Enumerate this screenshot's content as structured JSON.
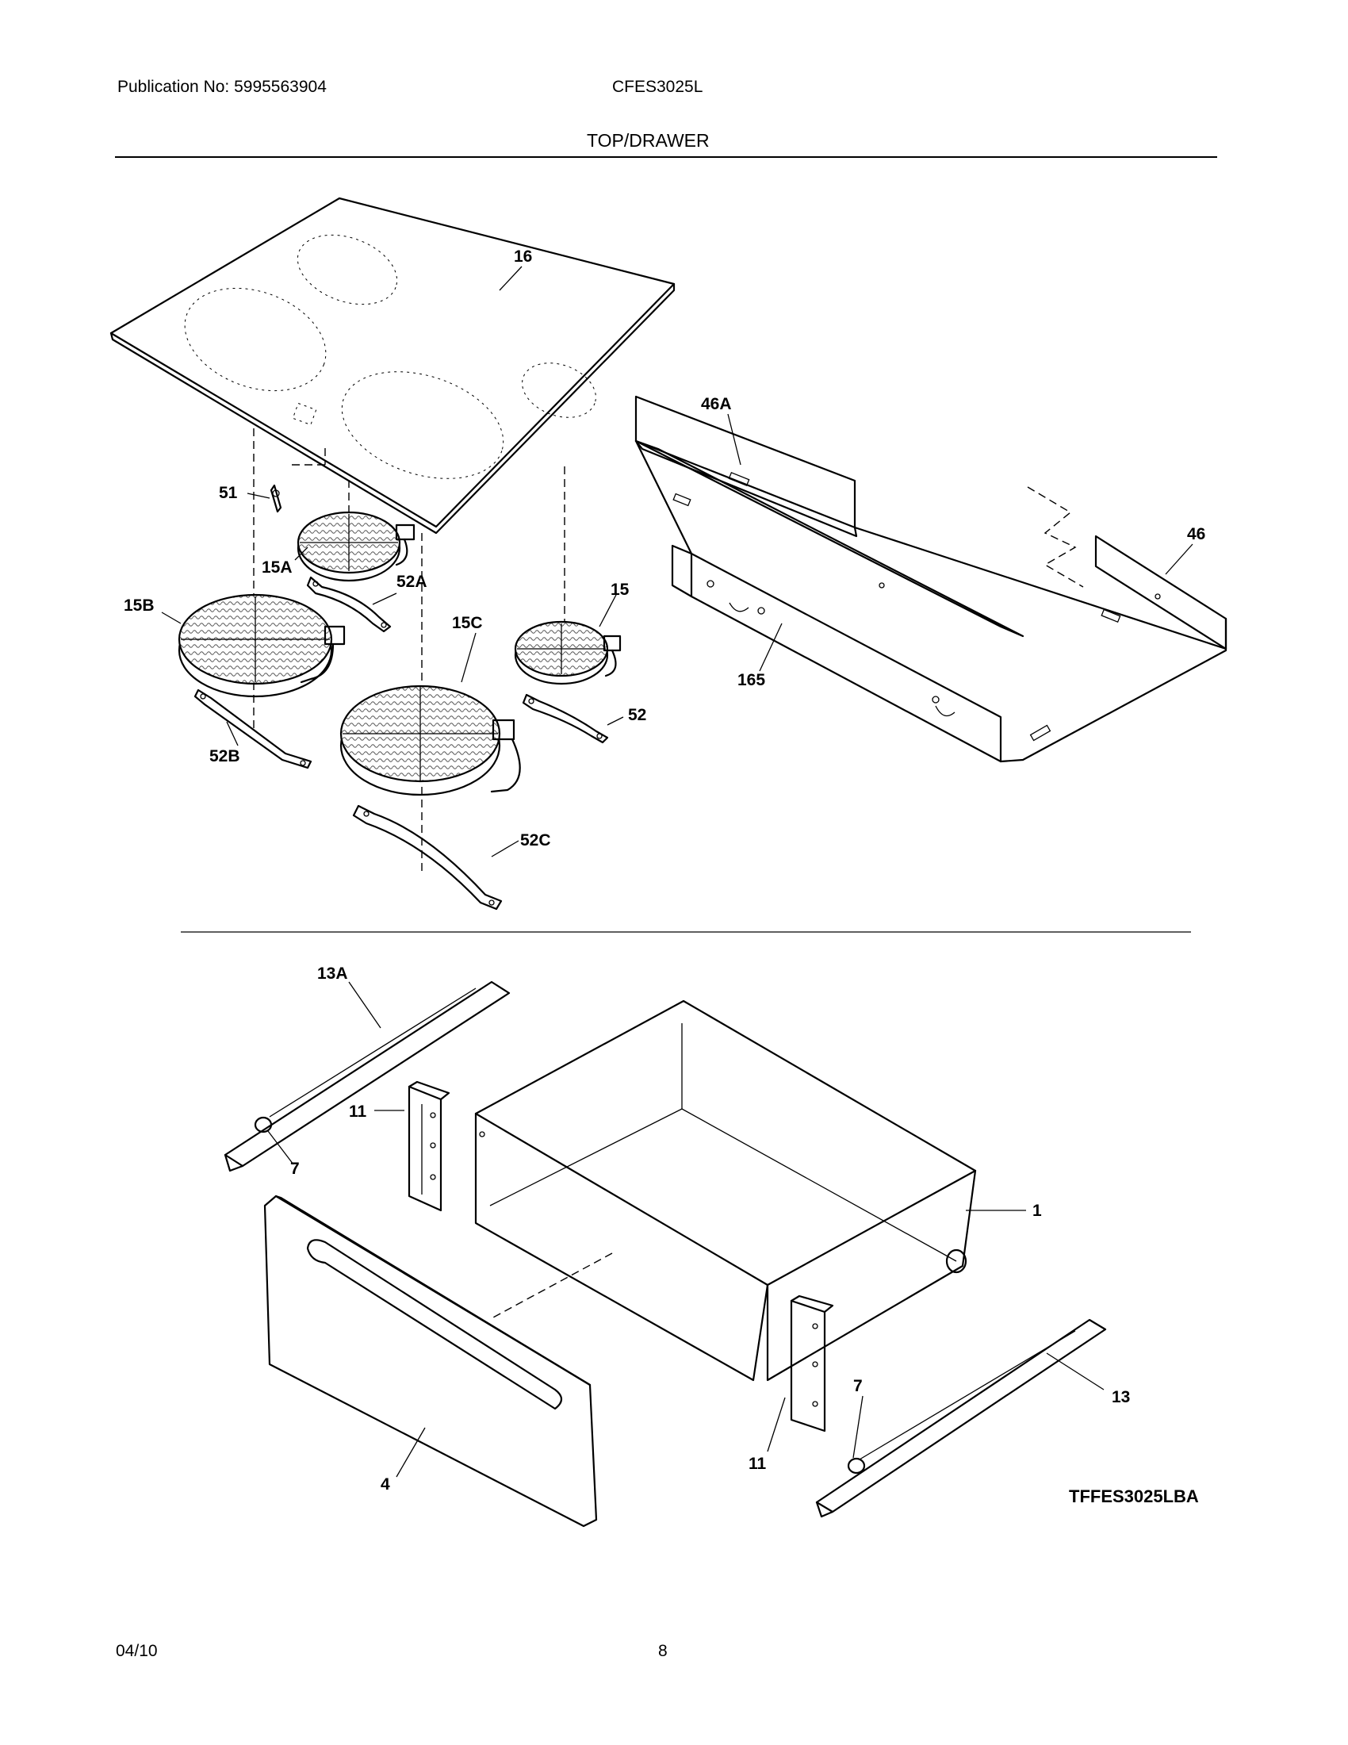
{
  "header": {
    "publication": "Publication No: 5995563904",
    "model": "CFES3025L",
    "section_title": "TOP/DRAWER"
  },
  "footer": {
    "date": "04/10",
    "page": "8"
  },
  "diagram": {
    "drawing_code": "TFFES3025LBA",
    "callouts": {
      "c16": "16",
      "c46a": "46A",
      "c46": "46",
      "c51": "51",
      "c15a": "15A",
      "c52a": "52A",
      "c15b": "15B",
      "c15c": "15C",
      "c15": "15",
      "c165": "165",
      "c52": "52",
      "c52b": "52B",
      "c52c": "52C",
      "c13a": "13A",
      "c11a": "11",
      "c7a": "7",
      "c1": "1",
      "c13": "13",
      "c7b": "7",
      "c11b": "11",
      "c4": "4"
    }
  }
}
